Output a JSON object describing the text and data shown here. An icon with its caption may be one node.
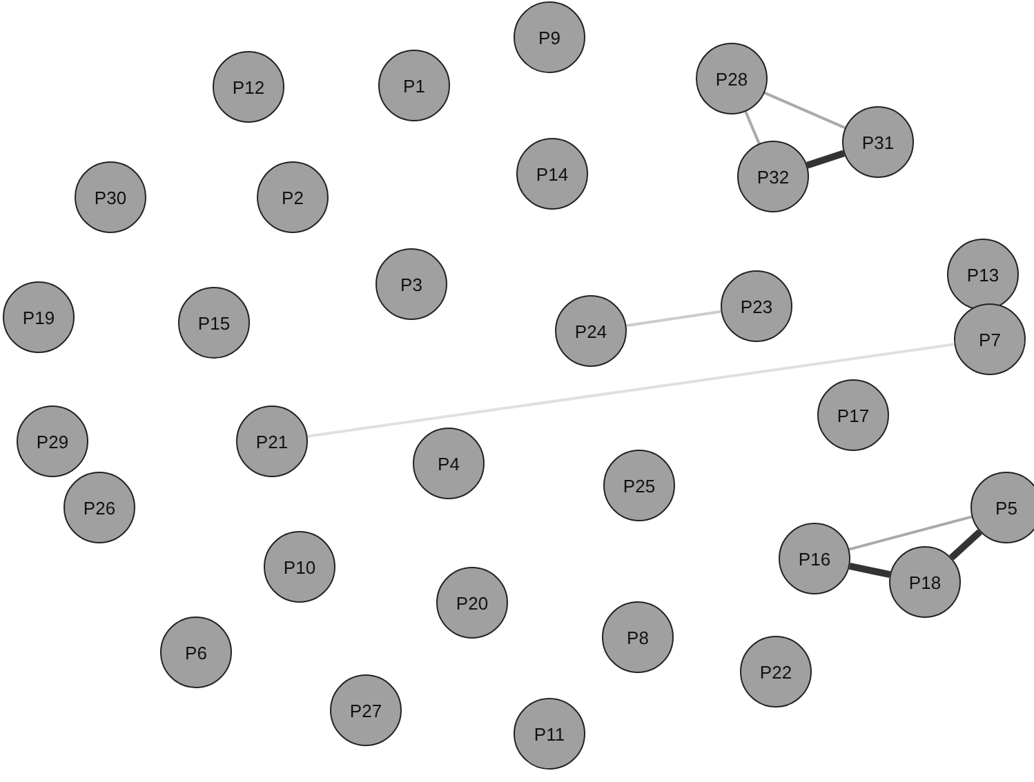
{
  "diagram": {
    "nodes": [
      {
        "text": [
          "P9"
        ]
      },
      {
        "text": [
          "P28"
        ]
      },
      {
        "text": [
          "P1"
        ]
      },
      {
        "text": [
          "P12"
        ]
      },
      {
        "text": [
          "P31"
        ]
      },
      {
        "text": [
          "P14"
        ]
      },
      {
        "text": [
          "P32"
        ]
      },
      {
        "text": [
          "P30"
        ]
      },
      {
        "text": [
          "P2"
        ]
      },
      {
        "text": [
          "P13"
        ]
      },
      {
        "text": [
          "P3"
        ]
      },
      {
        "text": [
          "P23"
        ]
      },
      {
        "text": [
          "P19"
        ]
      },
      {
        "text": [
          "P15"
        ]
      },
      {
        "text": [
          "P24"
        ]
      },
      {
        "text": [
          "P7"
        ]
      },
      {
        "text": [
          "P17"
        ]
      },
      {
        "text": [
          "P29"
        ]
      },
      {
        "text": [
          "P21"
        ]
      },
      {
        "text": [
          "P4"
        ]
      },
      {
        "text": [
          "P25"
        ]
      },
      {
        "text": [
          "P5"
        ]
      },
      {
        "text": [
          "P26"
        ]
      },
      {
        "text": [
          "P16"
        ]
      },
      {
        "text": [
          "P10"
        ]
      },
      {
        "text": [
          "P18"
        ]
      },
      {
        "text": [
          "P20"
        ]
      },
      {
        "text": [
          "P8"
        ]
      },
      {
        "text": [
          "P6"
        ]
      },
      {
        "text": [
          "P22"
        ]
      },
      {
        "text": [
          "P27"
        ]
      },
      {
        "text": [
          "P11"
        ]
      }
    ],
    "edges": [
      {
        "from": 1,
        "to": 4,
        "arrow": "none",
        "color": "#aaaaaa"
      },
      {
        "from": 1,
        "to": 6,
        "arrow": "none",
        "color": "#aaaaaa"
      },
      {
        "from": 6,
        "to": 4,
        "arrow": "none",
        "style": "thick",
        "color": "#333333"
      },
      {
        "from": 14,
        "to": 11,
        "arrow": "none",
        "color": "#cccccc"
      },
      {
        "from": 18,
        "to": 15,
        "arrow": "none",
        "color": "#e0e0e0"
      },
      {
        "from": 23,
        "to": 21,
        "arrow": "none",
        "color": "#aaaaaa"
      },
      {
        "from": 23,
        "to": 25,
        "arrow": "none",
        "style": "thick",
        "color": "#333333"
      },
      {
        "from": 25,
        "to": 21,
        "arrow": "none",
        "style": "thick",
        "color": "#333333"
      }
    ]
  }
}
